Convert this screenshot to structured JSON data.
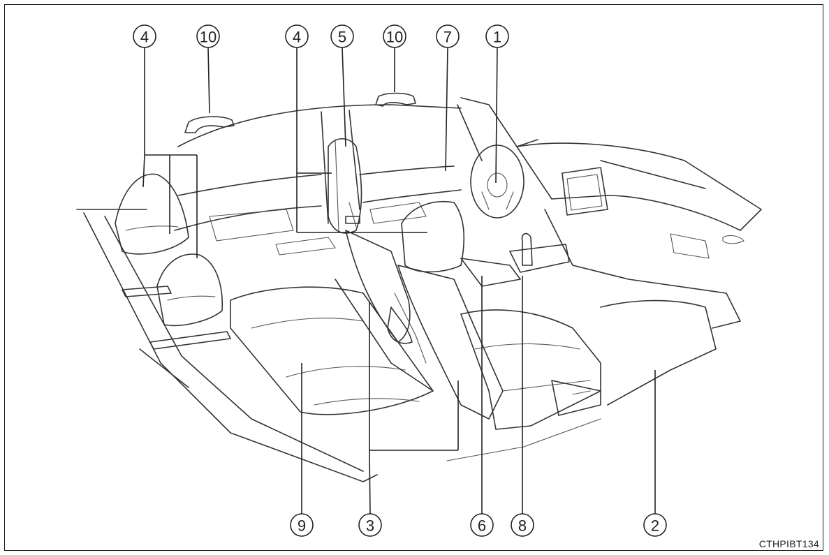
{
  "figure_code": "CTHPIBT134",
  "callouts": [
    "1",
    "2",
    "3",
    "4",
    "4",
    "5",
    "6",
    "7",
    "8",
    "9",
    "10",
    "10"
  ],
  "colors": {
    "line": "#333333",
    "background": "#ffffff"
  }
}
